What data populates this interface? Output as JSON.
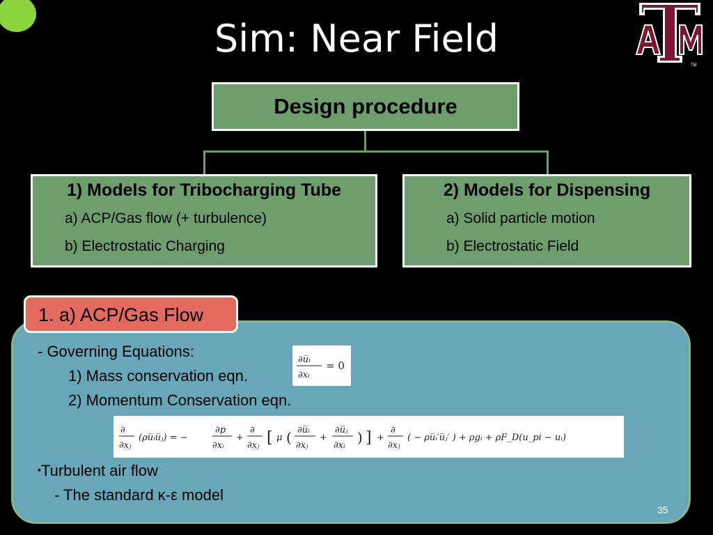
{
  "slide": {
    "title": "Sim: Near Field",
    "page_number": "35",
    "accent_color": "#8ed23e",
    "box_color": "#6e9e6e",
    "tab_color": "#e46a60",
    "panel_color": "#68a7b9"
  },
  "logo": {
    "letters": "ATM",
    "trademark": "TM",
    "color": "#7b1730"
  },
  "tree": {
    "root": "Design procedure",
    "left": {
      "heading": "1) Models for Tribocharging Tube",
      "items": [
        "a) ACP/Gas flow (+ turbulence)",
        "b) Electrostatic Charging"
      ]
    },
    "right": {
      "heading": "2) Models for Dispensing",
      "items": [
        "a) Solid particle motion",
        "b) Electrostatic Field"
      ]
    }
  },
  "section": {
    "tab": "1. a) ACP/Gas Flow",
    "governing": "- Governing Equations:",
    "eq1_label": "1) Mass conservation eqn.",
    "eq2_label": "2) Momentum Conservation eqn.",
    "mass_equation": "∂ū_i / ∂x_i = 0",
    "momentum_equation": "∂/∂x_j (ρū_iū_j) = − ∂p/∂x_i + ∂/∂x_j [ μ ( ∂ū_i/∂x_j + ∂ū_j/∂x_i ) ] + ∂/∂x_j ( − ρ u_i′u_j′ ) + ρg_i + ρF_D(u_pi − u_i)",
    "turbulent": "Turbulent air flow",
    "bullet": "▪",
    "model": "- The standard κ-ε model"
  }
}
